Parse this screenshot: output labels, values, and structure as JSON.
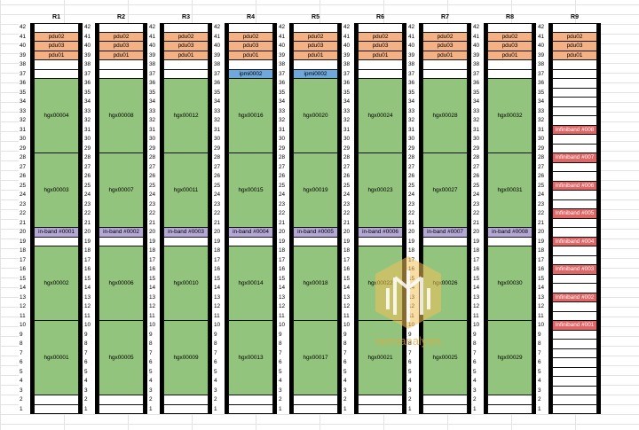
{
  "racks": [
    {
      "name": "R1",
      "cells": [
        {
          "u": 41,
          "size": 1,
          "label": "pdu02",
          "kind": "pdu"
        },
        {
          "u": 40,
          "size": 1,
          "label": "pdu03",
          "kind": "pdu"
        },
        {
          "u": 39,
          "size": 1,
          "label": "pdu01",
          "kind": "pdu"
        },
        {
          "u": 29,
          "size": 8,
          "label": "hgx00004",
          "kind": "gpu"
        },
        {
          "u": 21,
          "size": 8,
          "label": "hgx00003",
          "kind": "gpu"
        },
        {
          "u": 20,
          "size": 1,
          "label": "in-band #0001",
          "kind": "inband"
        },
        {
          "u": 11,
          "size": 8,
          "label": "hgx00002",
          "kind": "gpu"
        },
        {
          "u": 3,
          "size": 8,
          "label": "hgx00001",
          "kind": "gpu"
        }
      ]
    },
    {
      "name": "R2",
      "cells": [
        {
          "u": 41,
          "size": 1,
          "label": "pdu02",
          "kind": "pdu"
        },
        {
          "u": 40,
          "size": 1,
          "label": "pdu03",
          "kind": "pdu"
        },
        {
          "u": 39,
          "size": 1,
          "label": "pdu01",
          "kind": "pdu"
        },
        {
          "u": 29,
          "size": 8,
          "label": "hgx00008",
          "kind": "gpu"
        },
        {
          "u": 21,
          "size": 8,
          "label": "hgx00007",
          "kind": "gpu"
        },
        {
          "u": 20,
          "size": 1,
          "label": "in-band #0002",
          "kind": "inband"
        },
        {
          "u": 11,
          "size": 8,
          "label": "hgx00006",
          "kind": "gpu"
        },
        {
          "u": 3,
          "size": 8,
          "label": "hgx00005",
          "kind": "gpu"
        }
      ]
    },
    {
      "name": "R3",
      "cells": [
        {
          "u": 41,
          "size": 1,
          "label": "pdu02",
          "kind": "pdu"
        },
        {
          "u": 40,
          "size": 1,
          "label": "pdu03",
          "kind": "pdu"
        },
        {
          "u": 39,
          "size": 1,
          "label": "pdu01",
          "kind": "pdu"
        },
        {
          "u": 29,
          "size": 8,
          "label": "hgx00012",
          "kind": "gpu"
        },
        {
          "u": 21,
          "size": 8,
          "label": "hgx00011",
          "kind": "gpu"
        },
        {
          "u": 20,
          "size": 1,
          "label": "in-band #0003",
          "kind": "inband"
        },
        {
          "u": 11,
          "size": 8,
          "label": "hgx00010",
          "kind": "gpu"
        },
        {
          "u": 3,
          "size": 8,
          "label": "hgx00009",
          "kind": "gpu"
        }
      ]
    },
    {
      "name": "R4",
      "cells": [
        {
          "u": 41,
          "size": 1,
          "label": "pdu02",
          "kind": "pdu"
        },
        {
          "u": 40,
          "size": 1,
          "label": "pdu03",
          "kind": "pdu"
        },
        {
          "u": 39,
          "size": 1,
          "label": "pdu01",
          "kind": "pdu"
        },
        {
          "u": 37,
          "size": 1,
          "label": "ipmi0002",
          "kind": "ipmi"
        },
        {
          "u": 29,
          "size": 8,
          "label": "hgx00016",
          "kind": "gpu"
        },
        {
          "u": 21,
          "size": 8,
          "label": "hgx00015",
          "kind": "gpu"
        },
        {
          "u": 20,
          "size": 1,
          "label": "in-band #0004",
          "kind": "inband"
        },
        {
          "u": 11,
          "size": 8,
          "label": "hgx00014",
          "kind": "gpu"
        },
        {
          "u": 3,
          "size": 8,
          "label": "hgx00013",
          "kind": "gpu"
        }
      ]
    },
    {
      "name": "R5",
      "cells": [
        {
          "u": 41,
          "size": 1,
          "label": "pdu02",
          "kind": "pdu"
        },
        {
          "u": 40,
          "size": 1,
          "label": "pdu03",
          "kind": "pdu"
        },
        {
          "u": 39,
          "size": 1,
          "label": "pdu01",
          "kind": "pdu"
        },
        {
          "u": 37,
          "size": 1,
          "label": "ipmi0002",
          "kind": "ipmi"
        },
        {
          "u": 29,
          "size": 8,
          "label": "hgx00020",
          "kind": "gpu"
        },
        {
          "u": 21,
          "size": 8,
          "label": "hgx00019",
          "kind": "gpu"
        },
        {
          "u": 20,
          "size": 1,
          "label": "in-band #0005",
          "kind": "inband"
        },
        {
          "u": 11,
          "size": 8,
          "label": "hgx00018",
          "kind": "gpu"
        },
        {
          "u": 3,
          "size": 8,
          "label": "hgx00017",
          "kind": "gpu"
        }
      ]
    },
    {
      "name": "R6",
      "cells": [
        {
          "u": 41,
          "size": 1,
          "label": "pdu02",
          "kind": "pdu"
        },
        {
          "u": 40,
          "size": 1,
          "label": "pdu03",
          "kind": "pdu"
        },
        {
          "u": 39,
          "size": 1,
          "label": "pdu01",
          "kind": "pdu"
        },
        {
          "u": 29,
          "size": 8,
          "label": "hgx00024",
          "kind": "gpu"
        },
        {
          "u": 21,
          "size": 8,
          "label": "hgx00023",
          "kind": "gpu"
        },
        {
          "u": 20,
          "size": 1,
          "label": "in-band #0006",
          "kind": "inband"
        },
        {
          "u": 11,
          "size": 8,
          "label": "hgx00022",
          "kind": "gpu"
        },
        {
          "u": 3,
          "size": 8,
          "label": "hgx00021",
          "kind": "gpu"
        }
      ]
    },
    {
      "name": "R7",
      "cells": [
        {
          "u": 41,
          "size": 1,
          "label": "pdu02",
          "kind": "pdu"
        },
        {
          "u": 40,
          "size": 1,
          "label": "pdu03",
          "kind": "pdu"
        },
        {
          "u": 39,
          "size": 1,
          "label": "pdu01",
          "kind": "pdu"
        },
        {
          "u": 29,
          "size": 8,
          "label": "hgx00028",
          "kind": "gpu"
        },
        {
          "u": 21,
          "size": 8,
          "label": "hgx00027",
          "kind": "gpu"
        },
        {
          "u": 20,
          "size": 1,
          "label": "in-band #0007",
          "kind": "inband"
        },
        {
          "u": 11,
          "size": 8,
          "label": "hgx00026",
          "kind": "gpu"
        },
        {
          "u": 3,
          "size": 8,
          "label": "hgx00025",
          "kind": "gpu"
        }
      ]
    },
    {
      "name": "R8",
      "cells": [
        {
          "u": 41,
          "size": 1,
          "label": "pdu02",
          "kind": "pdu"
        },
        {
          "u": 40,
          "size": 1,
          "label": "pdu03",
          "kind": "pdu"
        },
        {
          "u": 39,
          "size": 1,
          "label": "pdu01",
          "kind": "pdu"
        },
        {
          "u": 29,
          "size": 8,
          "label": "hgx00032",
          "kind": "gpu"
        },
        {
          "u": 21,
          "size": 8,
          "label": "hgx00031",
          "kind": "gpu"
        },
        {
          "u": 20,
          "size": 1,
          "label": "in-band #0008",
          "kind": "inband"
        },
        {
          "u": 11,
          "size": 8,
          "label": "hgx00030",
          "kind": "gpu"
        },
        {
          "u": 3,
          "size": 8,
          "label": "hgx00029",
          "kind": "gpu"
        }
      ]
    },
    {
      "name": "R9",
      "cells": [
        {
          "u": 41,
          "size": 1,
          "label": "pdu02",
          "kind": "pdu"
        },
        {
          "u": 40,
          "size": 1,
          "label": "pdu03",
          "kind": "pdu"
        },
        {
          "u": 39,
          "size": 1,
          "label": "pdu01",
          "kind": "pdu"
        },
        {
          "u": 31,
          "size": 1,
          "label": "Infiniband #008",
          "kind": "ib"
        },
        {
          "u": 28,
          "size": 1,
          "label": "Infiniband #007",
          "kind": "ib"
        },
        {
          "u": 25,
          "size": 1,
          "label": "Infiniband #006",
          "kind": "ib"
        },
        {
          "u": 22,
          "size": 1,
          "label": "Infiniband #005",
          "kind": "ib"
        },
        {
          "u": 19,
          "size": 1,
          "label": "Infiniband #004",
          "kind": "ib"
        },
        {
          "u": 16,
          "size": 1,
          "label": "Infiniband #003",
          "kind": "ib"
        },
        {
          "u": 13,
          "size": 1,
          "label": "Infiniband #002",
          "kind": "ib"
        },
        {
          "u": 10,
          "size": 1,
          "label": "Infiniband #001",
          "kind": "ib"
        }
      ]
    }
  ],
  "total_units": 42,
  "watermark": {
    "text": "semianalysis",
    "color": "#e0a93a"
  },
  "colors": {
    "pdu": "#f4b183",
    "ipmi": "#6fa8dc",
    "inband": "#b4a7d6",
    "gpu": "#93c47d",
    "ib": "#e06666"
  }
}
